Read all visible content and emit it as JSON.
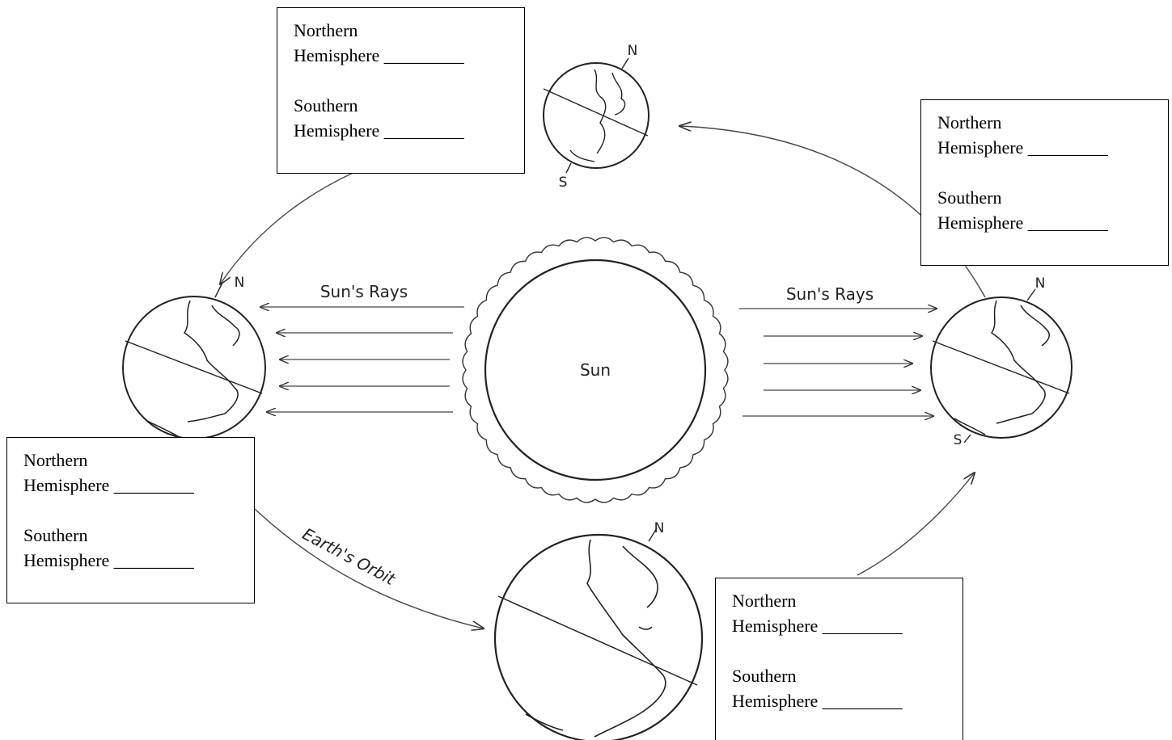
{
  "diagram": {
    "sun_label": "Sun",
    "rays_left_label": "Sun's Rays",
    "rays_right_label": "Sun's Rays",
    "orbit_label": "Earth's Orbit",
    "north_label": "N",
    "south_label": "S"
  },
  "boxes": [
    {
      "northern": "Northern",
      "northern_line": "Hemisphere _________",
      "southern": "Southern",
      "southern_line": "Hemisphere _________"
    },
    {
      "northern": "Northern",
      "northern_line": "Hemisphere _________",
      "southern": "Southern",
      "southern_line": "Hemisphere _________"
    },
    {
      "northern": "Northern",
      "northern_line": "Hemisphere _________",
      "southern": "Southern",
      "southern_line": "Hemisphere _________"
    },
    {
      "northern": "Northern",
      "northern_line": "Hemisphere _________",
      "southern": "Southern",
      "southern_line": "Hemisphere _________"
    }
  ]
}
